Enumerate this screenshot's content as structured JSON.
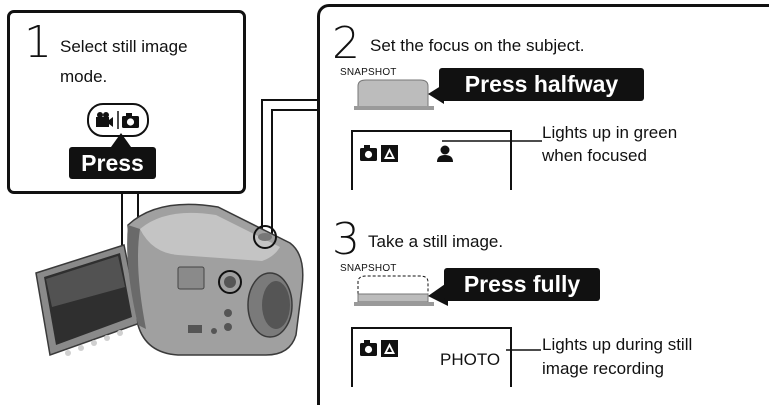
{
  "step1": {
    "number": "1",
    "instruction_line1": "Select still image",
    "instruction_line2": "mode.",
    "press_label": "Press"
  },
  "step2": {
    "number": "2",
    "instruction": "Set the focus on the subject.",
    "button_label": "SNAPSHOT",
    "press_label": "Press halfway",
    "callout_line1": "Lights up in green",
    "callout_line2": "when focused"
  },
  "step3": {
    "number": "3",
    "instruction": "Take a still image.",
    "button_label": "SNAPSHOT",
    "press_label": "Press fully",
    "lcd_text": "PHOTO",
    "callout_line1": "Lights up during still",
    "callout_line2": "image recording"
  },
  "icons": [
    "camera-icon",
    "auto-mode-icon",
    "person-focus-icon",
    "video-camera-icon"
  ],
  "colors": {
    "ink": "#111111",
    "camera_body": "#9a9a9a"
  }
}
